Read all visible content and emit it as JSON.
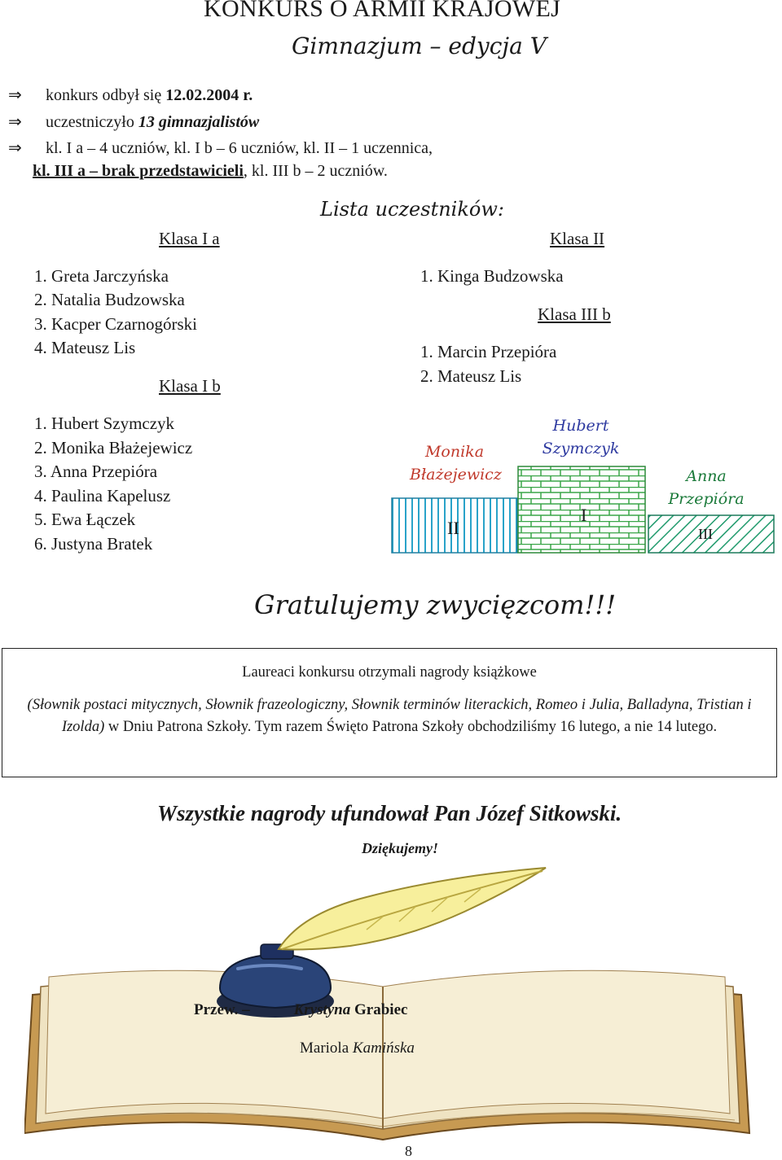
{
  "header": {
    "title": "KONKURS O ARMII KRAJOWEJ",
    "subtitle": "Gimnazjum – edycja V"
  },
  "facts": {
    "line1_text": "konkurs odbył się ",
    "line1_date": "12.02.2004 r.",
    "line2_text": "uczestniczyło ",
    "line2_count": "13 gimnazjalistów",
    "line3": "kl. I a – 4 uczniów, kl. I b – 6 uczniów, kl. II – 1 uczennica,",
    "line4_underlined": "kl. III a – brak przedstawicieli",
    "line4_rest": ", kl. III b – 2 uczniów."
  },
  "participants": {
    "title": "Lista uczestników:",
    "klasa_1a": {
      "heading": "Klasa I a",
      "items": [
        "1.  Greta Jarczyńska",
        "2.  Natalia Budzowska",
        "3.  Kacper Czarnogórski",
        "4.  Mateusz Lis"
      ]
    },
    "klasa_1b": {
      "heading": "Klasa I b",
      "items": [
        "1.  Hubert Szymczyk",
        "2.  Monika Błażejewicz",
        "3.  Anna Przepióra",
        "4.  Paulina Kapelusz",
        "5.  Ewa Łączek",
        "6.  Justyna Bratek"
      ]
    },
    "klasa_2": {
      "heading": "Klasa II",
      "items": [
        "1.  Kinga Budzowska"
      ]
    },
    "klasa_3b": {
      "heading": "Klasa III b",
      "items": [
        "1.  Marcin Przepióra",
        "2.  Mateusz Lis"
      ]
    }
  },
  "podium": {
    "second": {
      "name_line1": "Monika",
      "name_line2": "Błażejewicz",
      "place": "II",
      "color": "#29a3c9"
    },
    "first": {
      "name_line1": "Hubert",
      "name_line2": "Szymczyk",
      "place": "I",
      "color": "#3aa548"
    },
    "third": {
      "name_line1": "Anna",
      "name_line2": "Przepióra",
      "place": "III",
      "color": "#1f9a6c"
    },
    "name_color_second": "#c0392b",
    "name_color_first": "#2e3aa0",
    "name_color_third": "#1b7a3a"
  },
  "congrats": "Gratulujemy zwycięzcom!!!",
  "awards": {
    "line1": "Laureaci konkursu otrzymali nagrody książkowe",
    "books": "(Słownik postaci mitycznych, Słownik frazeologiczny, Słownik terminów literackich, Romeo i Julia, Balladyna, Tristian i Izolda)",
    "rest": " w Dniu Patrona Szkoły. Tym razem Święto Patrona Szkoły obchodziliśmy 16 lutego, a nie 14 lutego."
  },
  "sponsor": "Wszystkie nagrody ufundował Pan Józef Sitkowski.",
  "thanks": "Dziękujemy!",
  "signature": {
    "prefix": "Przew. –",
    "first_name_1": "Krystyna",
    "last_name_1": " Grabiec",
    "first_name_2": "Mariola ",
    "last_name_2": "Kamińska"
  },
  "page_number": "8"
}
